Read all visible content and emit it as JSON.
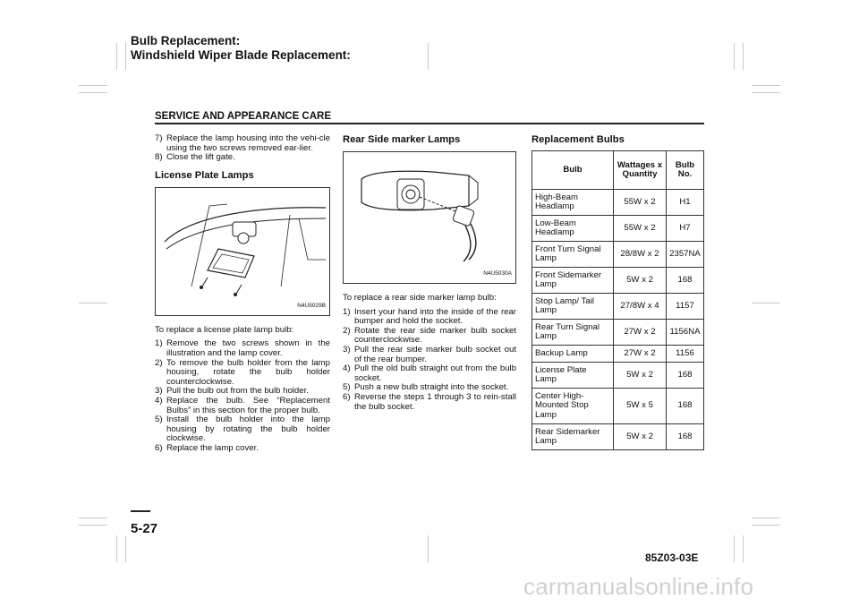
{
  "header": {
    "title_line1": "Bulb Replacement:",
    "title_line2": "Windshield Wiper Blade Replacement:",
    "section": "SERVICE AND APPEARANCE CARE"
  },
  "footer": {
    "page_number": "5-27",
    "doc_code": "85Z03-03E",
    "watermark": "carmanualsonline.info"
  },
  "col1": {
    "steps_top": [
      {
        "n": "7)",
        "text": "Replace the lamp housing into the vehi-cle using the two screws removed ear-lier."
      },
      {
        "n": "8)",
        "text": "Close the lift gate."
      }
    ],
    "heading": "License Plate Lamps",
    "figure_code": "N4U5029B",
    "intro": "To replace a license plate lamp bulb:",
    "steps": [
      {
        "n": "1)",
        "text": "Remove the two screws shown in the illustration and the lamp cover."
      },
      {
        "n": "2)",
        "text": "To remove the bulb holder from the lamp housing, rotate the bulb holder counterclockwise."
      },
      {
        "n": "3)",
        "text": "Pull the bulb out from the bulb holder."
      },
      {
        "n": "4)",
        "text": "Replace the bulb. See “Replacement Bulbs” in this section for the proper bulb."
      },
      {
        "n": "5)",
        "text": "Install the bulb holder into the lamp housing by rotating the bulb holder clockwise."
      },
      {
        "n": "6)",
        "text": "Replace the lamp cover."
      }
    ]
  },
  "col2": {
    "heading": "Rear Side marker Lamps",
    "figure_code": "N4U5030A",
    "intro": "To replace a rear side marker lamp bulb:",
    "steps": [
      {
        "n": "1)",
        "text": "Insert your hand into the inside of the rear bumper and hold the socket."
      },
      {
        "n": "2)",
        "text": "Rotate the rear side marker bulb socket counterclockwise."
      },
      {
        "n": "3)",
        "text": "Pull the rear side marker bulb socket out of the rear bumper."
      },
      {
        "n": "4)",
        "text": "Pull the old bulb straight out from the bulb socket."
      },
      {
        "n": "5)",
        "text": "Push a new bulb straight into the socket."
      },
      {
        "n": "6)",
        "text": "Reverse the steps 1 through 3 to rein-stall the bulb socket."
      }
    ]
  },
  "col3": {
    "heading": "Replacement Bulbs",
    "table": {
      "headers": [
        "Bulb",
        "Wattages x Quantity",
        "Bulb No."
      ],
      "rows": [
        [
          "High-Beam Headlamp",
          "55W x 2",
          "H1"
        ],
        [
          "Low-Beam Headlamp",
          "55W x 2",
          "H7"
        ],
        [
          "Front Turn Signal Lamp",
          "28/8W x 2",
          "2357NA"
        ],
        [
          "Front Sidemarker Lamp",
          "5W x 2",
          "168"
        ],
        [
          "Stop Lamp/ Tail Lamp",
          "27/8W x 4",
          "1157"
        ],
        [
          "Rear Turn Signal Lamp",
          "27W x 2",
          "1156NA"
        ],
        [
          "Backup Lamp",
          "27W x 2",
          "1156"
        ],
        [
          "License Plate Lamp",
          "5W x 2",
          "168"
        ],
        [
          "Center High-Mounted Stop Lamp",
          "5W x 5",
          "168"
        ],
        [
          "Rear Sidemarker Lamp",
          "5W x 2",
          "168"
        ]
      ]
    }
  }
}
